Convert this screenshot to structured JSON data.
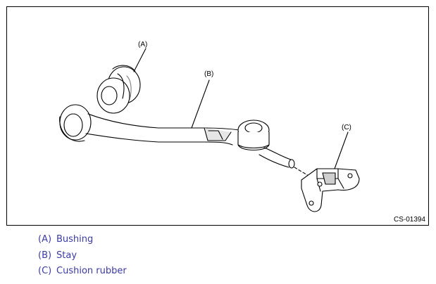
{
  "figure": {
    "id": "CS-01394",
    "callouts": {
      "a": "(A)",
      "b": "(B)",
      "c": "(C)"
    }
  },
  "legend": [
    {
      "letter": "(A)",
      "text": "Bushing"
    },
    {
      "letter": "(B)",
      "text": "Stay"
    },
    {
      "letter": "(C)",
      "text": "Cushion rubber"
    }
  ],
  "colors": {
    "legend_text": "#3a3aa8",
    "line": "#000000",
    "shade": "#bfbfbf"
  }
}
